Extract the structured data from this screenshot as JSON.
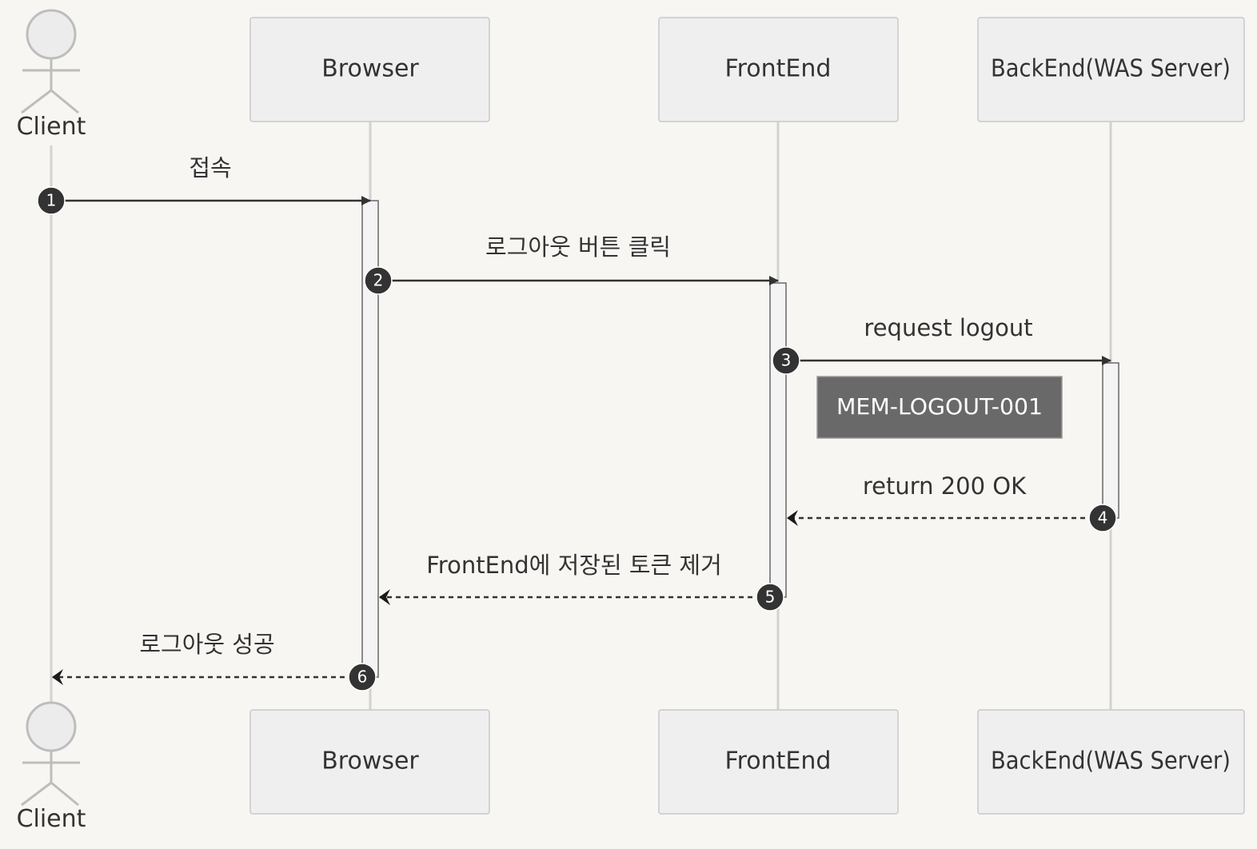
{
  "participants": [
    {
      "id": "client",
      "label": "Client",
      "kind": "actor"
    },
    {
      "id": "browser",
      "label": "Browser",
      "kind": "box"
    },
    {
      "id": "frontend",
      "label": "FrontEnd",
      "kind": "box"
    },
    {
      "id": "backend",
      "label": "BackEnd(WAS Server)",
      "kind": "box"
    }
  ],
  "messages": [
    {
      "num": "1",
      "from": "client",
      "to": "browser",
      "label": "접속",
      "style": "solid"
    },
    {
      "num": "2",
      "from": "browser",
      "to": "frontend",
      "label": "로그아웃 버튼 클릭",
      "style": "solid"
    },
    {
      "num": "3",
      "from": "frontend",
      "to": "backend",
      "label": "request logout",
      "style": "solid"
    },
    {
      "num": "4",
      "from": "backend",
      "to": "frontend",
      "label": "return 200 OK",
      "style": "dashed"
    },
    {
      "num": "5",
      "from": "frontend",
      "to": "browser",
      "label": "FrontEnd에 저장된 토큰 제거",
      "style": "dashed"
    },
    {
      "num": "6",
      "from": "browser",
      "to": "client",
      "label": "로그아웃 성공",
      "style": "dashed"
    }
  ],
  "note": {
    "text": "MEM-LOGOUT-001",
    "over": [
      "frontend",
      "backend"
    ]
  },
  "colors": {
    "background": "#f7f6f3",
    "box_fill": "#efefef",
    "line": "#333333",
    "note_fill": "#696969"
  }
}
